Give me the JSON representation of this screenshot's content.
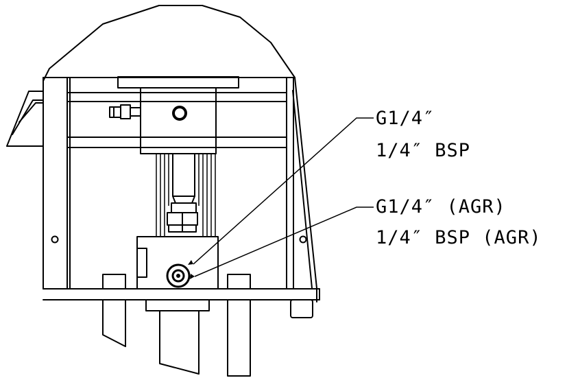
{
  "callouts": [
    {
      "line1": "G1/4″",
      "line2": "1/4″ BSP"
    },
    {
      "line1": "G1/4″ (AGR)",
      "line2": "1/4″ BSP (AGR)"
    }
  ],
  "colors": {
    "ink": "#000000",
    "paper": "#ffffff"
  }
}
